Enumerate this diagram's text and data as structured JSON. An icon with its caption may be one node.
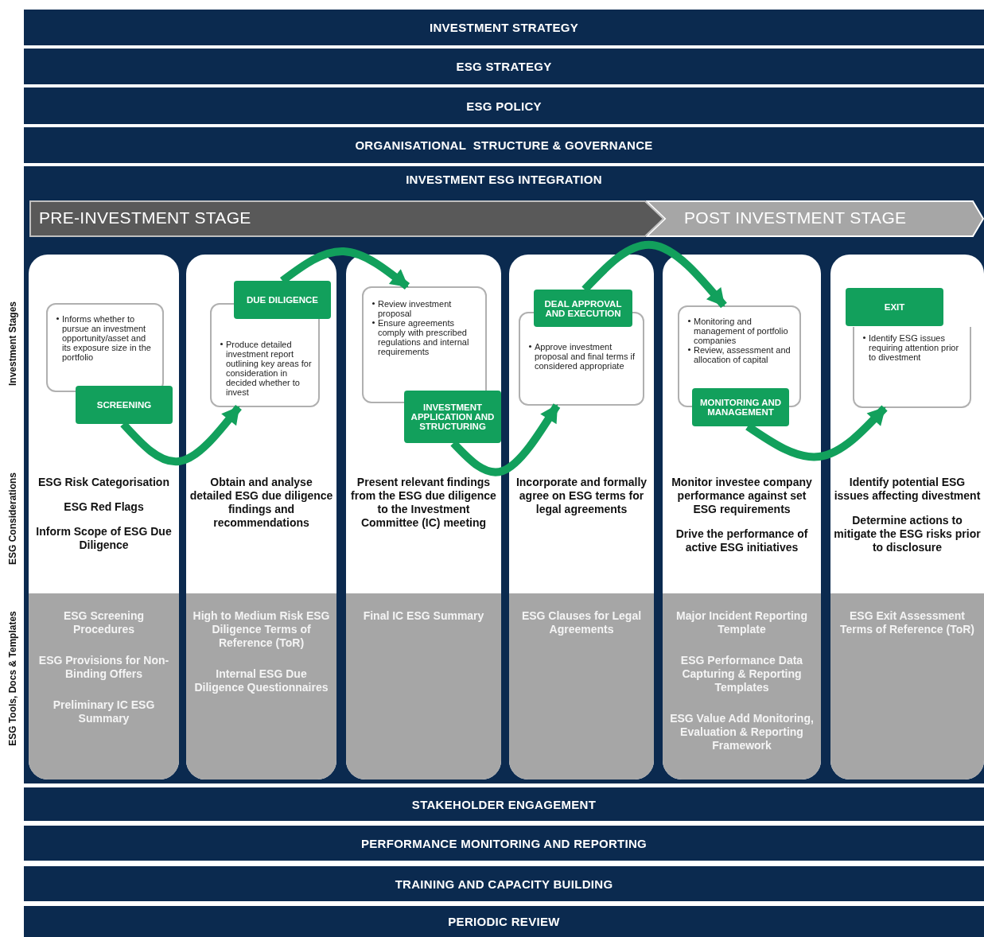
{
  "diagram": {
    "nodes": [
      {
        "text": [
          "INVESTMENT STRATEGY"
        ]
      },
      {
        "text": [
          "ESG STRATEGY"
        ]
      },
      {
        "text": [
          "ESG POLICY"
        ]
      },
      {
        "text": [
          "ORGANISATIONAL  STRUCTURE & GOVERNANCE"
        ]
      },
      {
        "text": [
          "INVESTMENT ESG INTEGRATION"
        ]
      },
      {
        "text": [
          "PRE-INVESTMENT STAGE"
        ],
        "in": 4
      },
      {
        "text": [
          "POST INVESTMENT STAGE"
        ],
        "in": 4
      },
      {
        "text": [
          "ESG Risk Categorisation",
          "ESG Red Flags",
          "Inform Scope of ESG Due Diligence"
        ],
        "in": 4
      },
      {
        "text": [
          "Informs whether to pursue an investment opportunity/asset and its exposure size in the portfolio"
        ],
        "in": 7
      },
      {
        "text": [
          "SCREENING"
        ],
        "in": 7
      },
      {
        "text": [
          "ESG Screening Procedures",
          "ESG Provisions for Non-Binding Offers",
          "Preliminary IC ESG Summary"
        ],
        "in": 7
      },
      {
        "text": [
          "Obtain and analyse detailed ESG due diligence findings and recommendations"
        ],
        "in": 4
      },
      {
        "text": [
          "Produce detailed investment report outlining key areas for consideration in decided whether to invest"
        ],
        "in": 11
      },
      {
        "text": [
          "DUE DILIGENCE"
        ],
        "in": 11
      },
      {
        "text": [
          "High to Medium Risk ESG Diligence Terms of Reference (ToR)",
          "Internal ESG Due Diligence Questionnaires"
        ],
        "in": 11
      },
      {
        "text": [
          "Present relevant findings from the ESG due diligence to the Investment Committee (IC) meeting"
        ],
        "in": 4
      },
      {
        "text": [
          "Review investment proposal",
          "Ensure agreements comply with prescribed regulations and internal requirements"
        ],
        "in": 15
      },
      {
        "text": [
          "INVESTMENT APPLICATION AND STRUCTURING"
        ],
        "in": 15
      },
      {
        "text": [
          "Final IC ESG Summary"
        ],
        "in": 15
      },
      {
        "text": [
          "Incorporate and formally agree on ESG terms for legal agreements"
        ],
        "in": 4
      },
      {
        "text": [
          "Approve investment proposal and final terms if considered appropriate"
        ],
        "in": 19
      },
      {
        "text": [
          "DEAL APPROVAL AND EXECUTION"
        ],
        "in": 19
      },
      {
        "text": [
          "ESG Clauses for Legal Agreements"
        ],
        "in": 19
      },
      {
        "text": [
          "Monitor investee company performance against set ESG requirements",
          "Drive the performance of active ESG initiatives"
        ],
        "in": 4
      },
      {
        "text": [
          "Monitoring and management of portfolio companies",
          "Review, assessment and allocation of capital"
        ],
        "in": 23
      },
      {
        "text": [
          "MONITORING AND MANAGEMENT"
        ],
        "in": 23
      },
      {
        "text": [
          "Major Incident Reporting Template",
          "ESG Performance Data Capturing & Reporting Templates",
          "ESG Value Add Monitoring, Evaluation & Reporting Framework"
        ],
        "in": 23
      },
      {
        "text": [
          "Identify potential ESG issues affecting divestment",
          "Determine actions to mitigate the ESG risks prior to disclosure"
        ],
        "in": 4
      },
      {
        "text": [
          "Identify ESG issues requiring attention prior to divestment"
        ],
        "in": 27
      },
      {
        "text": [
          "EXIT"
        ],
        "in": 27
      },
      {
        "text": [
          "ESG Exit Assessment Terms of Reference (ToR)"
        ],
        "in": 27
      },
      {
        "text": [
          "STAKEHOLDER ENGAGEMENT"
        ]
      },
      {
        "text": [
          "PERFORMANCE MONITORING AND REPORTING"
        ]
      },
      {
        "text": [
          "TRAINING AND CAPACITY BUILDING"
        ]
      },
      {
        "text": [
          "PERIODIC REVIEW"
        ]
      }
    ],
    "edges": [
      {
        "from": 9,
        "to": 12,
        "arrow": "to"
      },
      {
        "from": 13,
        "to": 16,
        "arrow": "to"
      },
      {
        "from": 17,
        "to": 20,
        "arrow": "to"
      },
      {
        "from": 21,
        "to": 24,
        "arrow": "to"
      },
      {
        "from": 25,
        "to": 28,
        "arrow": "to"
      }
    ],
    "labels": [
      "Investment Stages",
      "ESG Considerations",
      "ESG Tools, Docs & Templates"
    ]
  }
}
